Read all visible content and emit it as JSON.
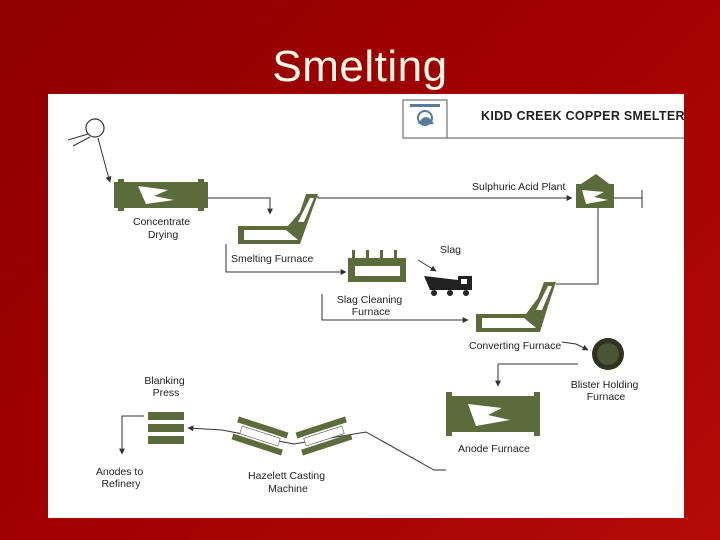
{
  "slide": {
    "title": "Smelting"
  },
  "diagram": {
    "header": "KIDD CREEK COPPER SMELTER",
    "labels": {
      "concentrate_drying": [
        "Concentrate",
        "Drying"
      ],
      "smelting_furnace": "Smelting Furnace",
      "slag": "Slag",
      "slag_cleaning_furnace": [
        "Slag Cleaning",
        "Furnace"
      ],
      "sulphuric_acid_plant": "Sulphuric Acid Plant",
      "converting_furnace": "Converting Furnace",
      "blister_holding_furnace": [
        "Blister Holding",
        "Furnace"
      ],
      "anode_furnace": "Anode Furnace",
      "hazelett_casting_machine": [
        "Hazelett Casting",
        "Machine"
      ],
      "blanking_press": [
        "Blanking",
        "Press"
      ],
      "anodes_to_refinery": [
        "Anodes to",
        "Refinery"
      ]
    },
    "colors": {
      "equipment": "#5c6b3c",
      "background": "#ffffff",
      "slide": "#a00000"
    }
  }
}
